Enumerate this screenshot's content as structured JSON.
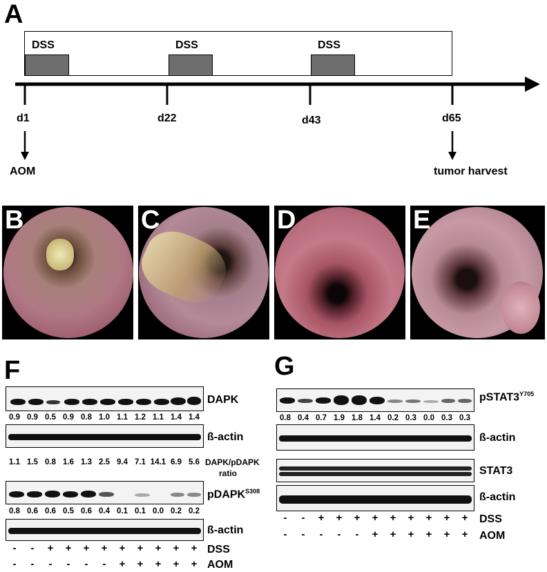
{
  "panel_a": {
    "letter": "A",
    "dss_labels": [
      "DSS",
      "DSS",
      "DSS"
    ],
    "days": [
      "d1",
      "d22",
      "d43",
      "d65"
    ],
    "aom_label": "AOM",
    "harvest_label": "tumor harvest"
  },
  "endoscopy": {
    "letters": [
      "B",
      "C",
      "D",
      "E"
    ]
  },
  "panel_f": {
    "letter": "F",
    "dapk_label": "DAPK",
    "dapk_values": [
      "0.9",
      "0.9",
      "0.5",
      "0.9",
      "0.8",
      "1.0",
      "1.1",
      "1.2",
      "1.1",
      "1.4",
      "1.4"
    ],
    "actin_label": "ß-actin",
    "ratio_values": [
      "1.1",
      "1.5",
      "0.8",
      "1.6",
      "1.3",
      "2.5",
      "9.4",
      "7.1",
      "14.1",
      "6.9",
      "5.6"
    ],
    "ratio_label_1": "DAPK/pDAPK",
    "ratio_label_2": "ratio",
    "pdapk_label": "pDAPK",
    "pdapk_sup": "S308",
    "pdapk_values": [
      "0.8",
      "0.6",
      "0.6",
      "0.5",
      "0.6",
      "0.4",
      "0.1",
      "0.1",
      "0.0",
      "0.2",
      "0.2"
    ],
    "actin2_label": "ß-actin",
    "dss_signs": [
      "-",
      "-",
      "+",
      "+",
      "+",
      "+",
      "+",
      "+",
      "+",
      "+",
      "+"
    ],
    "aom_signs": [
      "-",
      "-",
      "-",
      "-",
      "-",
      "-",
      "+",
      "+",
      "+",
      "+",
      "+"
    ],
    "dss_label": "DSS",
    "aom_label": "AOM"
  },
  "panel_g": {
    "letter": "G",
    "pstat3_label": "pSTAT3",
    "pstat3_sup": "Y705",
    "pstat3_values": [
      "0.8",
      "0.4",
      "0.7",
      "1.9",
      "1.8",
      "1.4",
      "0.2",
      "0.3",
      "0.0",
      "0.3",
      "0.3"
    ],
    "actin_label": "ß-actin",
    "stat3_label": "STAT3",
    "actin2_label": "ß-actin",
    "dss_signs": [
      "-",
      "-",
      "+",
      "+",
      "+",
      "+",
      "+",
      "+",
      "+",
      "+",
      "+"
    ],
    "aom_signs": [
      "-",
      "-",
      "-",
      "-",
      "-",
      "+",
      "+",
      "+",
      "+",
      "+",
      "+"
    ],
    "dss_label": "DSS",
    "aom_label": "AOM"
  }
}
